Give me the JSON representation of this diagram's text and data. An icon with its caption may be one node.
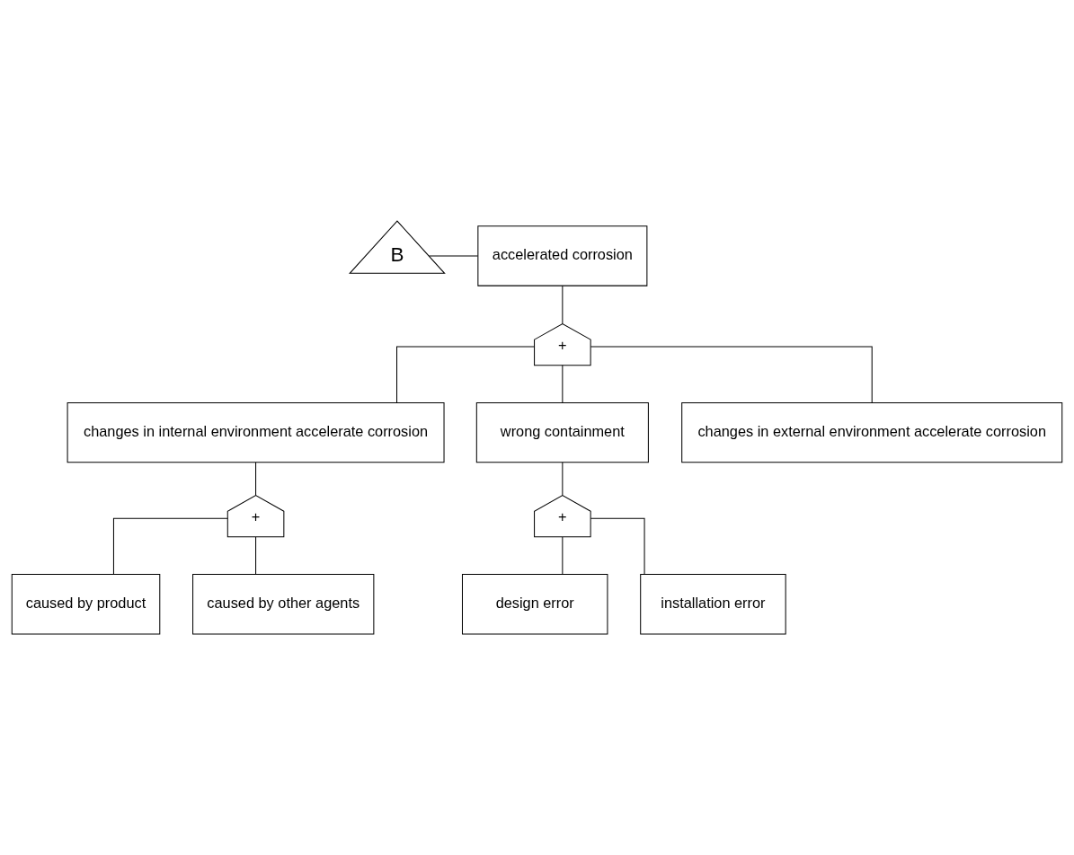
{
  "diagram": {
    "nodes": [
      {
        "text": [
          "accelerated corrosion"
        ]
      },
      {
        "text": [
          "B"
        ]
      },
      {
        "text": [
          "+"
        ]
      },
      {
        "text": [
          "changes in internal environment accelerate corrosion"
        ]
      },
      {
        "text": [
          "wrong containment"
        ]
      },
      {
        "text": [
          "changes in external environment accelerate corrosion"
        ]
      },
      {
        "text": [
          "+"
        ]
      },
      {
        "text": [
          "caused by product"
        ]
      },
      {
        "text": [
          "caused by other agents"
        ]
      },
      {
        "text": [
          "+"
        ]
      },
      {
        "text": [
          "design error"
        ]
      },
      {
        "text": [
          "installation error"
        ]
      }
    ],
    "edges": [
      {
        "from": 1,
        "to": 0,
        "arrow": "none"
      },
      {
        "from": 0,
        "to": 2,
        "arrow": "none"
      },
      {
        "from": 2,
        "to": 3,
        "arrow": "none"
      },
      {
        "from": 2,
        "to": 4,
        "arrow": "none"
      },
      {
        "from": 2,
        "to": 5,
        "arrow": "none"
      },
      {
        "from": 3,
        "to": 6,
        "arrow": "none"
      },
      {
        "from": 6,
        "to": 7,
        "arrow": "none"
      },
      {
        "from": 6,
        "to": 8,
        "arrow": "none"
      },
      {
        "from": 4,
        "to": 9,
        "arrow": "none"
      },
      {
        "from": 9,
        "to": 10,
        "arrow": "none"
      },
      {
        "from": 9,
        "to": 11,
        "arrow": "none"
      }
    ]
  }
}
